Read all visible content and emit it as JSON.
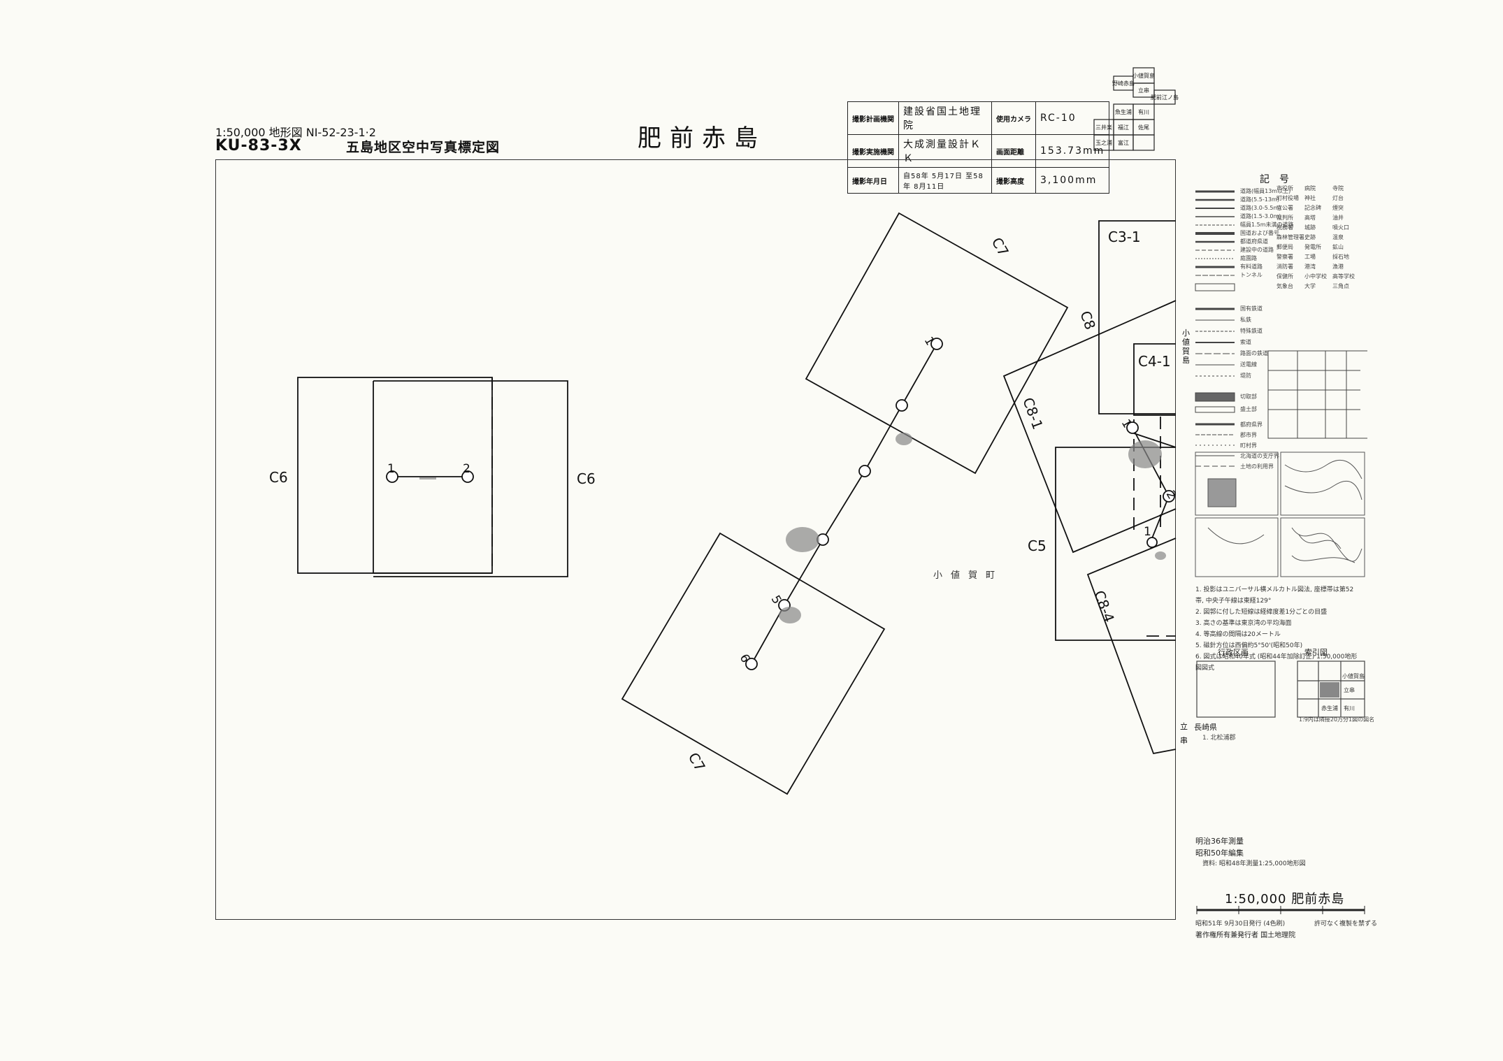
{
  "header": {
    "scale_line": "1:50,000 地形図  NI-52-23-1·2",
    "code": "KU-83-3X",
    "subtitle": "五島地区空中写真標定図",
    "title": "肥前赤島"
  },
  "info_table": [
    {
      "k1": "撮影計画機関",
      "v1": "建設省国土地理院",
      "k2": "使用カメラ",
      "v2": "RC-10"
    },
    {
      "k1": "撮影実施機関",
      "v1": "大成測量設計ＫＫ",
      "k2": "画面距離",
      "v2": "153.73mm"
    },
    {
      "k1": "撮影年月日",
      "v1": "自58年 5月17日 至58年 8月11日",
      "k2": "撮影高度",
      "v2": "3,100mm"
    }
  ],
  "index_grid": {
    "cells": [
      "小値賀島",
      "野崎赤島",
      "立串",
      "肥前江ノ島",
      "魚生浦",
      "有川",
      "三井楽",
      "福江",
      "佐尾",
      "玉之浦",
      "富江"
    ]
  },
  "map": {
    "photos": [
      {
        "label": "C6",
        "side": "left"
      },
      {
        "label": "C6",
        "side": "right"
      },
      {
        "label": "C7",
        "side": "top"
      },
      {
        "label": "C7",
        "side": "bottom"
      },
      {
        "label": "C3-1"
      },
      {
        "label": "C8"
      },
      {
        "label": "C8-1"
      },
      {
        "label": "C4-1"
      },
      {
        "label": "C5"
      },
      {
        "label": "C8-4"
      }
    ],
    "flight_points": [
      "1",
      "2",
      "1",
      "5",
      "6",
      "1",
      "2",
      "1"
    ],
    "place_name": "小値賀町",
    "side_label": "小値賀島"
  },
  "legend": {
    "heading": "記号",
    "notes": [
      "1. 投影はユニバーサル横メルカトル図法, 座標帯は第52帯, 中央子午線は東経129°",
      "2. 図郭に付した短線は経緯度差1分ごとの目盛",
      "3. 高さの基準は東京湾の平均海面",
      "4. 等高線の間隔は20メートル",
      "5. 磁針方位は西偏約5°50'(昭和50年)",
      "6. 図式は昭和40年式 (昭和44年加除訂正) 1:50,000地形図図式"
    ],
    "admin_title": "行政区画",
    "index_title": "索引図",
    "admin_pref": "長崎県",
    "admin_district": "1. 北松浦郡",
    "index_caption": "1:9内は隣接20万分1図の図名",
    "index_cells": [
      "小値賀島",
      "立串",
      "赤生浦",
      "有川"
    ]
  },
  "footer": {
    "survey1": "明治36年測量",
    "survey2": "昭和50年編集",
    "source": "資料: 昭和48年測量1:25,000地形図",
    "scale_title": "1:50,000 肥前赤島",
    "issue": "昭和51年 9月30日発行 (4色刷)",
    "publisher": "著作権所有兼発行者  国土地理院",
    "copy_note": "許可なく複製を禁ずる",
    "margin_place": "立串"
  }
}
